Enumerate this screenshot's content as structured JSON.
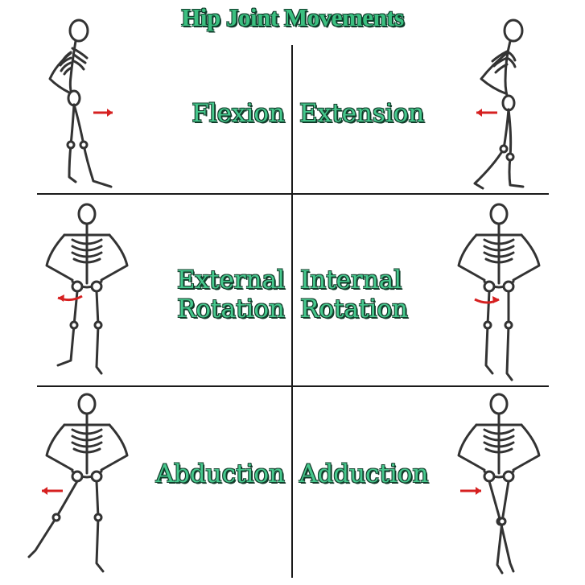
{
  "title": "Hip Joint Movements",
  "movements": {
    "flexion": {
      "line1": "Flexion"
    },
    "extension": {
      "line1": "Extension"
    },
    "external_rotation": {
      "line1": "External",
      "line2": "Rotation"
    },
    "internal_rotation": {
      "line1": "Internal",
      "line2": "Rotation"
    },
    "abduction": {
      "line1": "Abduction"
    },
    "adduction": {
      "line1": "Adduction"
    }
  },
  "colors": {
    "label_fill": "#46c88d",
    "label_outline": "#123c2a",
    "arrow": "#d62020",
    "bone": "#333333"
  },
  "icons": [
    "skeleton-figure",
    "red-arrow",
    "curved-rotation-arrow"
  ]
}
